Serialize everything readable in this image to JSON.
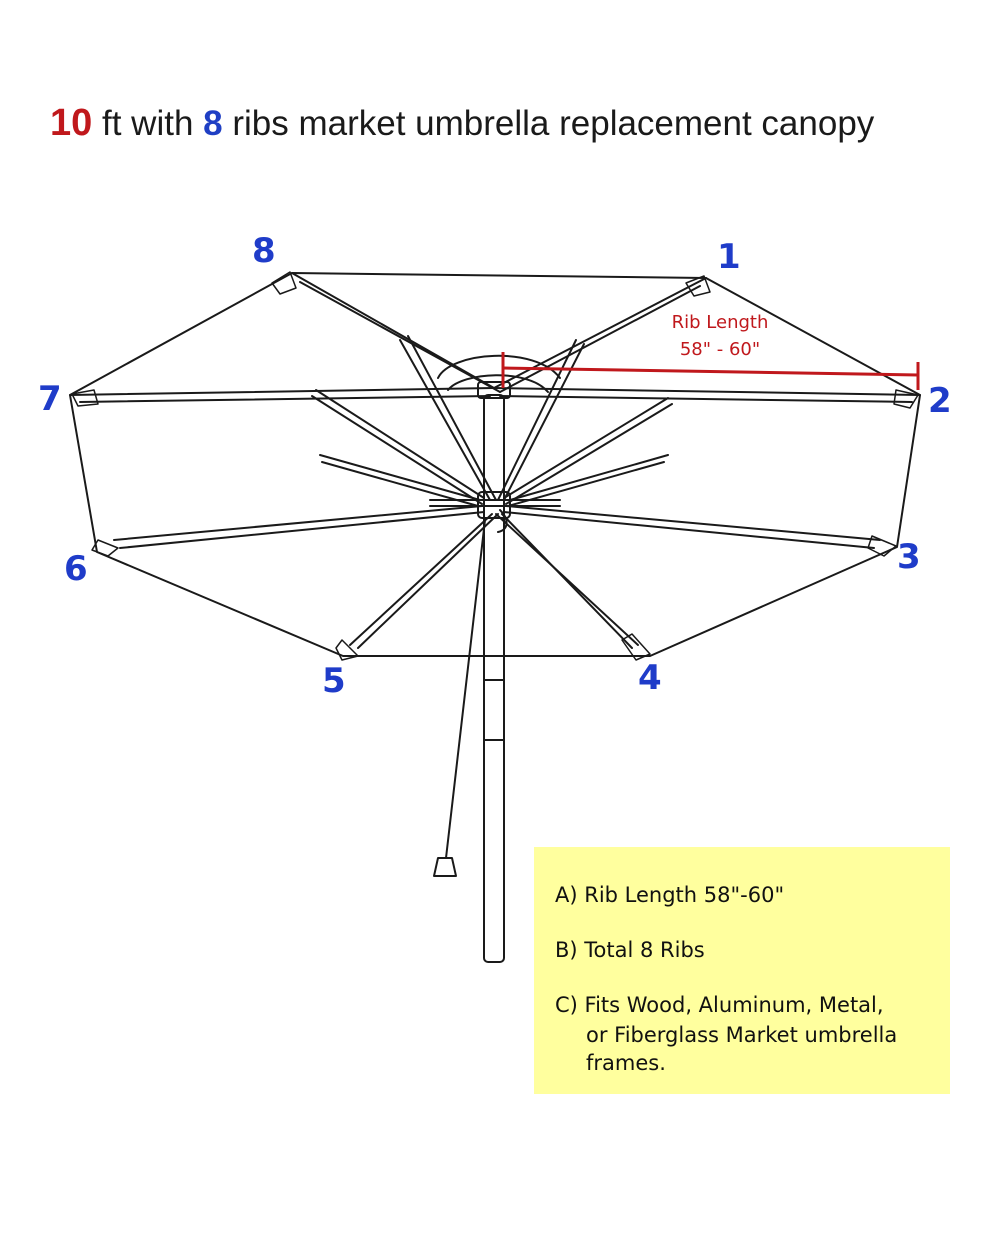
{
  "title": {
    "size_number": "10",
    "text_1": " ft with ",
    "rib_count": "8",
    "text_2": " ribs market umbrella replacement canopy"
  },
  "rib_labels": [
    "1",
    "2",
    "3",
    "4",
    "5",
    "6",
    "7",
    "8"
  ],
  "rib_length_annotation": {
    "line1": "Rib Length",
    "line2": "58\" - 60\""
  },
  "specs": {
    "a": "A) Rib Length 58\"-60\"",
    "b": "B) Total 8 Ribs",
    "c_line1": "C) Fits Wood, Aluminum, Metal,",
    "c_line2": "or Fiberglass Market umbrella",
    "c_line3": "frames."
  },
  "colors": {
    "accent_red": "#c0181c",
    "label_blue": "#1f3cc9",
    "box_yellow": "#ffff9e",
    "line_color": "#1a1a1a"
  }
}
